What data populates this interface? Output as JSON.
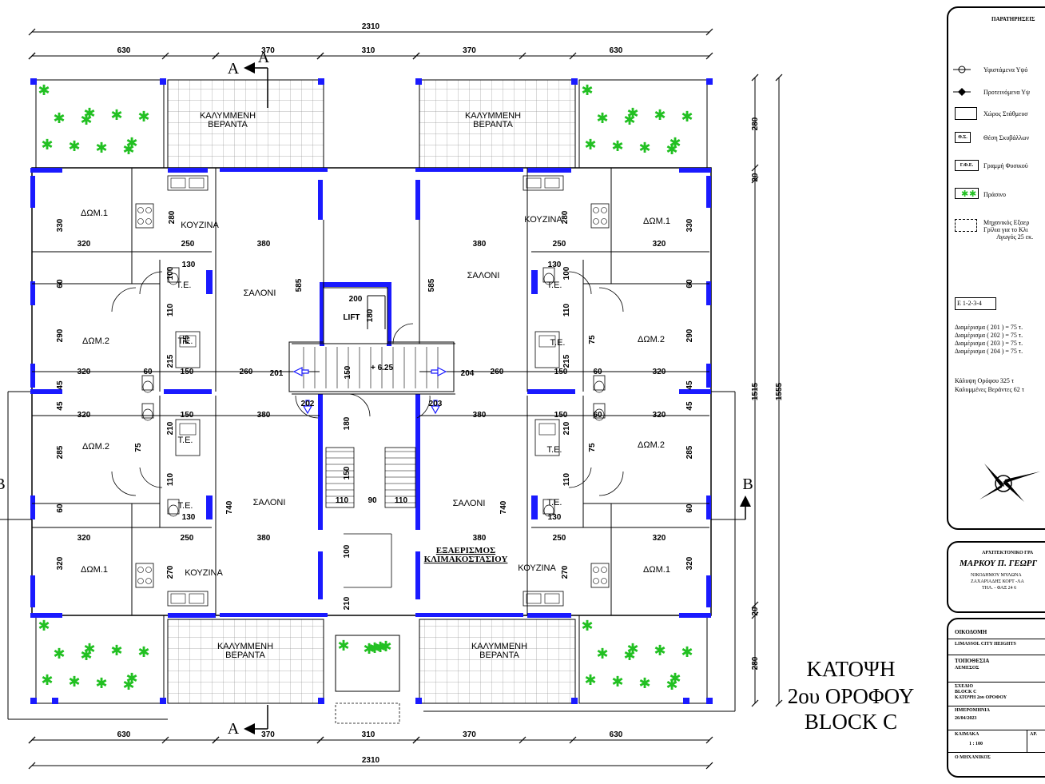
{
  "dimensions": {
    "overall": "2310",
    "top_segments": [
      "630",
      "370",
      "310",
      "370",
      "630"
    ],
    "bottom_segments": [
      "630",
      "370",
      "310",
      "370",
      "630"
    ],
    "right_total_outer": "1555",
    "right_total_inner": "1515",
    "right_segments": [
      "280",
      "20",
      "20",
      "280"
    ],
    "interior": {
      "tl_330": "330",
      "tl_320a": "320",
      "tl_250a": "250",
      "tl_380a": "380",
      "tl_280k": "280",
      "tl_585": "585",
      "tl_130a": "130",
      "tl_100a": "100",
      "tl_60a": "60",
      "tl_110a": "110",
      "tl_290": "290",
      "tl_75a": "75",
      "tl_215": "215",
      "tl_320b": "320",
      "tl_60b": "60",
      "tl_150a": "150",
      "tl_260a": "260",
      "tl_201": "201",
      "tl_45a": "45",
      "tr_280k": "280",
      "tr_330": "330",
      "tr_380a": "380",
      "tr_250a": "250",
      "tr_320a": "320",
      "tr_585": "585",
      "tr_130a": "130",
      "tr_100a": "100",
      "tr_60a": "60",
      "tr_110a": "110",
      "tr_290": "290",
      "tr_75a": "75",
      "tr_215": "215",
      "tr_150a": "150",
      "tr_60b": "60",
      "tr_320b": "320",
      "tr_260a": "260",
      "tr_204": "204",
      "tr_45a": "45",
      "lift_200": "200",
      "lift_180": "180",
      "stair_150": "150",
      "stair_625": "+ 6.25",
      "bl_45": "45",
      "bl_320a": "320",
      "bl_150a": "150",
      "bl_380a": "380",
      "bl_202": "202",
      "bl_210a": "210",
      "bl_285": "285",
      "bl_75": "75",
      "bl_110a": "110",
      "bl_740": "740",
      "bl_60": "60",
      "bl_130": "130",
      "bl_320b": "320",
      "bl_250": "250",
      "bl_380b": "380",
      "bl_320c": "320",
      "bl_270": "270",
      "c_180": "180",
      "c_150": "150",
      "c_110a": "110",
      "c_90": "90",
      "c_110b": "110",
      "c_100": "100",
      "c_210": "210",
      "br_203": "203",
      "br_380a": "380",
      "br_150a": "150",
      "br_60": "60",
      "br_320a": "320",
      "br_45": "45",
      "br_210": "210",
      "br_75": "75",
      "br_285": "285",
      "br_110": "110",
      "br_740": "740",
      "br_130": "130",
      "br_60b": "60",
      "br_380b": "380",
      "br_250": "250",
      "br_320b": "320",
      "br_270": "270",
      "br_320c": "320"
    }
  },
  "rooms": {
    "veranda": "ΚΑΛΥΜΜΕΝΗ\nΒΕΡΑΝΤΑ",
    "bed1": "ΔΩΜ.1",
    "bed2": "ΔΩΜ.2",
    "kitchen": "ΚΟΥΖΙΝΑ",
    "living": "ΣΑΛΟΝΙ",
    "wc": "Τ.Ε.",
    "lift": "LIFT",
    "stair_vent": "ΕΞΑΕΡΙΣΜΟΣ\nΚΛΙΜΑΚΟΣΤΑΣΙΟΥ"
  },
  "section_marks": {
    "a": "A",
    "b": "B"
  },
  "plan_title": [
    "ΚΑΤΟΨΗ",
    "2ου ΟΡΟΦΟΥ",
    "BLOCK C"
  ],
  "legend": {
    "title": "ΠΑΡΑΤΗΡΗΣΕΙΣ",
    "existing": "Υφιστάμενα Υψό",
    "proposed": "Προτεινόμενα Υψ",
    "parking": "Χώρος Στάθμευσ",
    "bins_abbr": "Θ.Σ.",
    "bins": "Θέση Σκυβάλλων",
    "line_abbr": "Γ.Φ.Ε.",
    "line": "Γραμμή Φυσικού",
    "green": "Πράσινο",
    "ac_lines": [
      "Μηχανικός Εξαερ",
      "Γρίλια για το Κλι",
      "Αγωγός 25 εκ."
    ],
    "units_code": "Ε 1-2-3-4",
    "units": [
      "Διαμέρισμα ( 201 ) = 75 τ.",
      "Διαμέρισμα ( 202 ) = 75 τ.",
      "Διαμέρισμα ( 203 ) = 75 τ.",
      "Διαμέρισμα ( 204 ) = 75 τ."
    ],
    "coverage": "Κάλυψη Ορόφου     325 τ",
    "verandas": "Καλυμμένες Βεράντες 62 τ"
  },
  "architect": {
    "line1": "ΑΡΧΙΤΕΚΤΟΝΙΚΟ ΓΡΑ",
    "name": "ΜΑΡΚΟΥ Π. ΓΕΩΡΓ",
    "line3": "ΝΙΚΟΔΗΜΟΥ ΜΥΛΩΝΑ",
    "line4": "ΖΑΧΑΡΙΑΔΗΣ ΚΟΡΤ -ΛΑ",
    "line5": "ΤΗΛ. - ΦΑΞ 24 6"
  },
  "titleblock": {
    "project_label": "ΟΙΚΟΔΟΜΗ",
    "project": "LIMASSOL CITY HEIGHTS",
    "location_label": "ΤΟΠΟΘΕΣΙΑ",
    "location": "ΛΕΜΕΣΟΣ",
    "drawing_label": "ΣΧΕΔΙΟ",
    "drawing1": "BLOCK C",
    "drawing2": "ΚΑΤΟΨΗ 2ου ΟΡΟΦΟΥ",
    "date_label": "ΗΜΕΡΟΜΗΝΙΑ",
    "date": "26/04/2023",
    "scale_label": "ΚΛΙΜΑΚΑ",
    "scale": "1 : 100",
    "sheet_label": "ΑΡ.",
    "engineer": "Ο ΜΗΧΑΝΙΚΟΣ"
  },
  "colors": {
    "wall": "#1a1aff",
    "tree": "#22c022",
    "line": "#000000",
    "tile": "#9a9a9a",
    "arrow": "#1a1aff"
  }
}
